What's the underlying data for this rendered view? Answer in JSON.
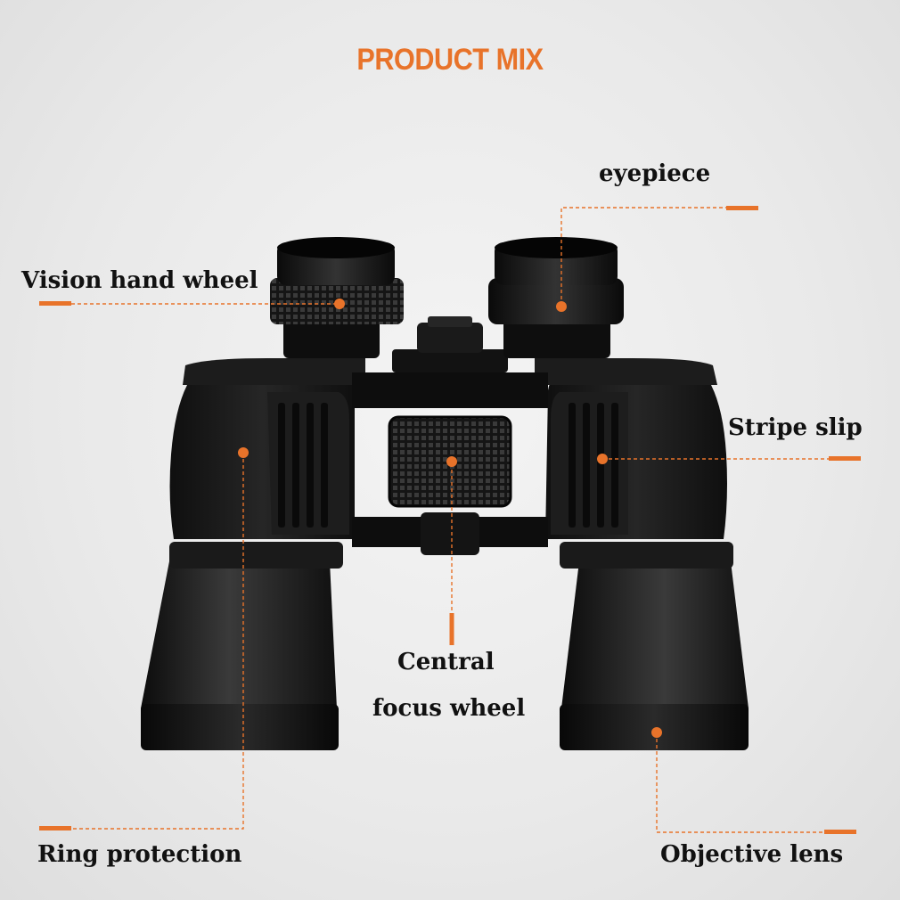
{
  "title": "PRODUCT MIX",
  "labels": {
    "eyepiece": "eyepiece",
    "vision_hand_wheel": "Vision hand wheel",
    "stripe_slip": "Stripe slip",
    "central_focus_wheel_line1": "Central",
    "central_focus_wheel_line2": "focus wheel",
    "ring_protection": "Ring protection",
    "objective_lens": "Objective lens"
  },
  "colors": {
    "accent": "#e8732a",
    "text": "#111111",
    "body_black": "#151515"
  }
}
